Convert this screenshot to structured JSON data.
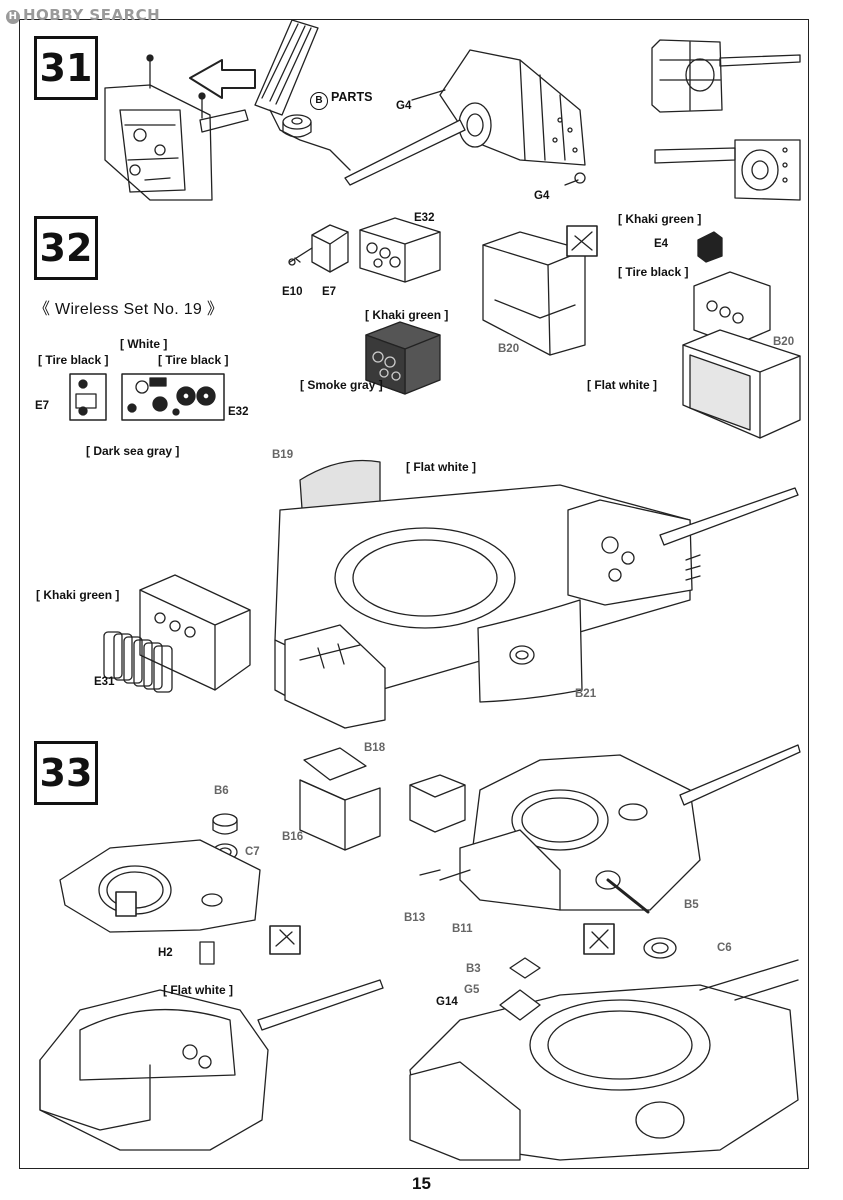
{
  "watermark": {
    "text": "HOBBY SEARCH",
    "logo_letter": "H"
  },
  "page_number": "15",
  "steps": [
    {
      "number": "31"
    },
    {
      "number": "32"
    },
    {
      "number": "33"
    }
  ],
  "step31": {
    "parts_letter": "B",
    "parts_label": "PARTS",
    "labels": {
      "g4_top": "G4",
      "g4_bottom": "G4"
    }
  },
  "step32": {
    "wireless_title": "《 Wireless Set No. 19 》",
    "colors": {
      "white": "[ White ]",
      "tire_black_left": "[ Tire black ]",
      "tire_black_right": "[ Tire black ]",
      "dark_sea_gray": "[ Dark sea gray ]",
      "khaki_green_mid": "[ Khaki green ]",
      "smoke_gray": "[ Smoke gray ]",
      "khaki_green_right": "[ Khaki green ]",
      "tire_black_e4": "[ Tire black ]",
      "flat_white_right": "[ Flat white ]",
      "flat_white_b19": "[ Flat white ]",
      "khaki_green_left": "[ Khaki green ]"
    },
    "parts": {
      "e7_left": "E7",
      "e32_left": "E32",
      "e32_top": "E32",
      "e10": "E10",
      "e7_top": "E7",
      "e4": "E4",
      "b20_mid": "B20",
      "b20_right": "B20",
      "b19": "B19",
      "b21": "B21",
      "e31": "E31"
    }
  },
  "step33": {
    "colors": {
      "flat_white": "[ Flat white ]"
    },
    "parts": {
      "b6": "B6",
      "c7": "C7",
      "h2": "H2",
      "b18": "B18",
      "b16": "B16",
      "b13": "B13",
      "b11": "B11",
      "b5": "B5",
      "c6": "C6",
      "b3": "B3",
      "g5": "G5",
      "g14": "G14"
    }
  }
}
